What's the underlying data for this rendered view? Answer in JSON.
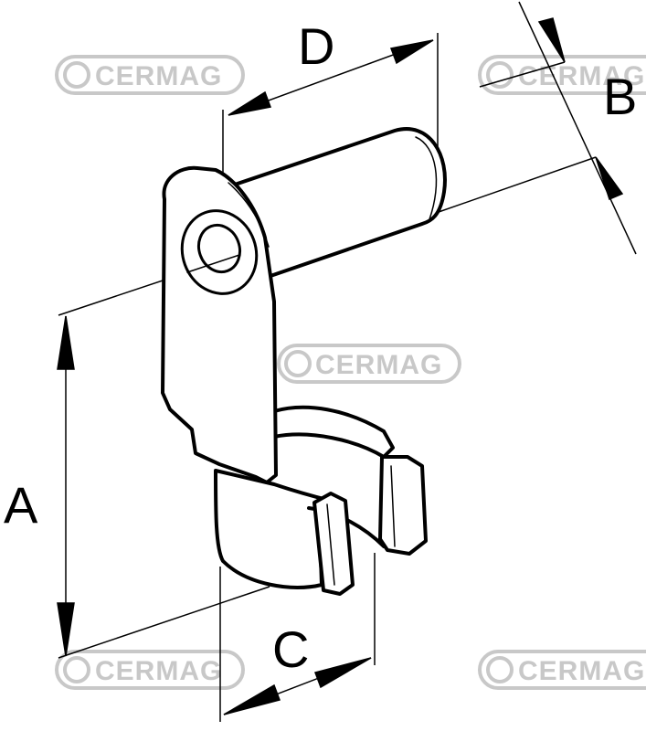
{
  "dimensions": {
    "A": "A",
    "B": "B",
    "C": "C",
    "D": "D"
  },
  "watermark": {
    "brand": "CERMAG",
    "color": "#c8c8c8"
  },
  "colors": {
    "line": "#000000",
    "background": "#ffffff"
  }
}
